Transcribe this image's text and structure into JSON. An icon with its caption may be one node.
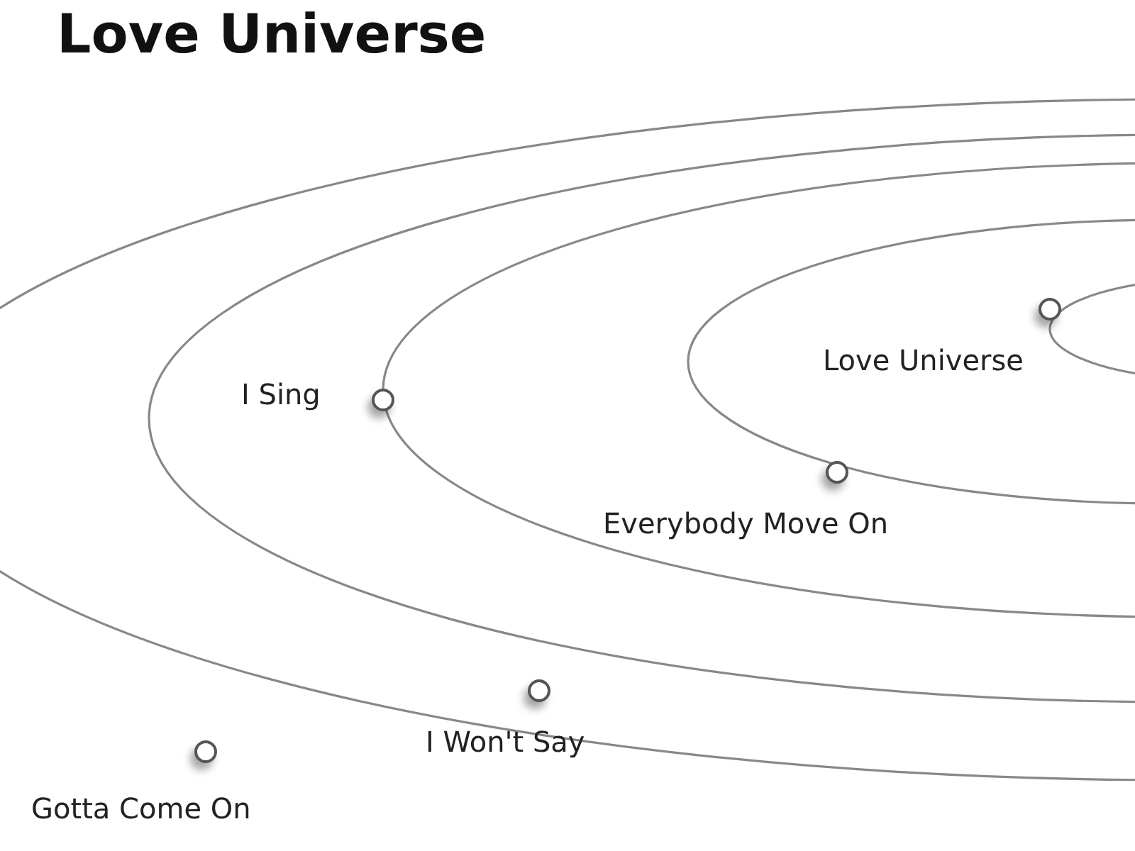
{
  "diagram": {
    "title": "Love Universe",
    "nodes": [
      {
        "text": [
          "Love Universe"
        ]
      },
      {
        "text": [
          "I Sing"
        ]
      },
      {
        "text": [
          "Everybody Move On"
        ]
      },
      {
        "text": [
          "I Won't Say"
        ]
      },
      {
        "text": [
          "Gotta Come On"
        ]
      }
    ]
  }
}
